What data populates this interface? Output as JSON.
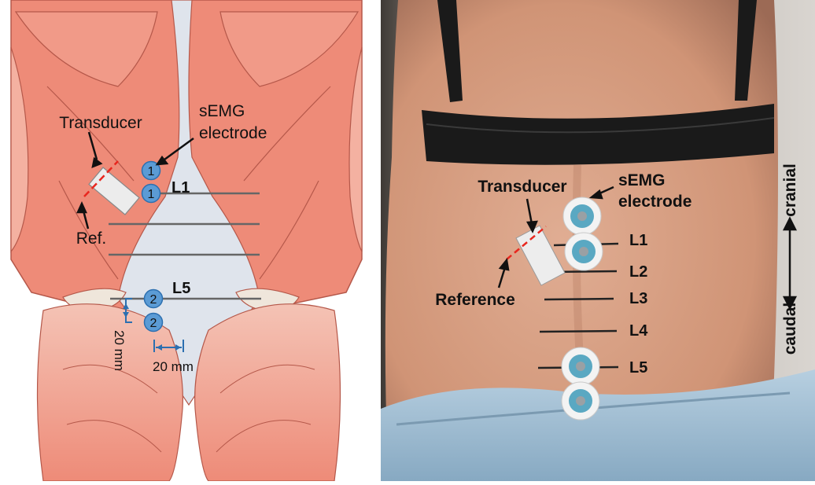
{
  "left_panel": {
    "labels": {
      "transducer": "Transducer",
      "semg_line1": "sEMG",
      "semg_line2": "electrode",
      "reference": "Ref.",
      "l1": "L1",
      "l5": "L5",
      "vertical_spacing": "20 mm",
      "horizontal_spacing": "20 mm"
    },
    "electrodes": [
      "1",
      "1",
      "2",
      "2"
    ]
  },
  "right_panel": {
    "labels": {
      "transducer": "Transducer",
      "semg_line1": "sEMG",
      "semg_line2": "electrode",
      "reference": "Reference",
      "vertebrae": [
        "L1",
        "L2",
        "L3",
        "L4",
        "L5"
      ],
      "cranial": "cranial",
      "caudal": "caudal"
    }
  },
  "colors": {
    "muscle": "#ee8b78",
    "muscle_light": "#f7c3b6",
    "muscle_outline": "#b5584a",
    "spine_gap": "#dfe4ec",
    "electrode_blue": "#5b9bd5",
    "dimension_blue": "#2c6fb0",
    "reference_red": "#e8271f",
    "level_line": "#666666",
    "skin": "#d9a185",
    "bra": "#1a1a1a",
    "pants": "#a8c4d8"
  }
}
